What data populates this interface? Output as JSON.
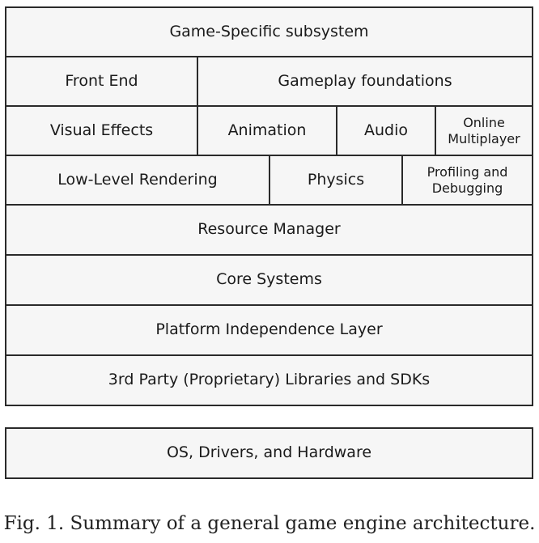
{
  "layers": {
    "game_specific": "Game-Specific subsystem",
    "front_end": "Front End",
    "gameplay_foundations": "Gameplay foundations",
    "visual_effects": "Visual Effects",
    "animation": "Animation",
    "audio": "Audio",
    "online_multiplayer": "Online\nMultiplayer",
    "low_level_rendering": "Low-Level Rendering",
    "physics": "Physics",
    "profiling_debugging": "Profiling and\nDebugging",
    "resource_manager": "Resource Manager",
    "core_systems": "Core Systems",
    "platform_independence": "Platform Independence Layer",
    "third_party": "3rd Party (Proprietary) Libraries and SDKs",
    "os_drivers_hardware": "OS, Drivers, and Hardware"
  },
  "caption": "Fig. 1.  Summary of a general game engine architecture."
}
